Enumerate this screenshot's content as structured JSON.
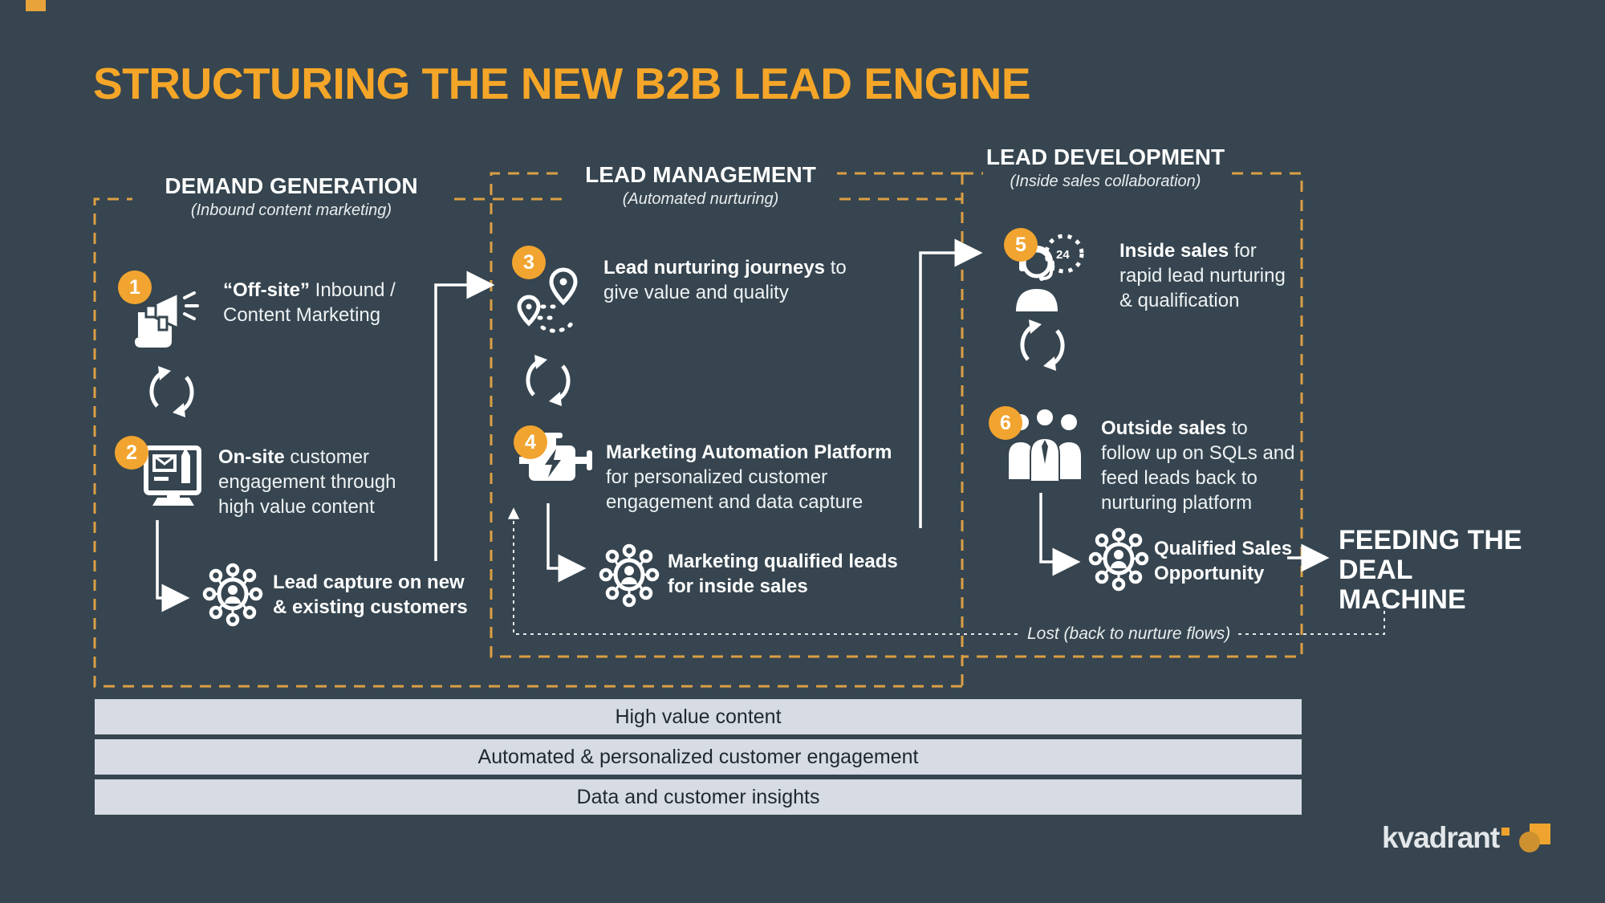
{
  "slide": {
    "title": "STRUCTURING THE NEW B2B LEAD ENGINE"
  },
  "colors": {
    "background": "#36454F",
    "accent_orange": "#F5A628",
    "dashed_border": "#DC9F44",
    "badge_orange": "#F2A430",
    "bar_background": "#D6DBE4",
    "bar_text": "#1F2830",
    "white": "#FFFFFF"
  },
  "sections": {
    "demand": {
      "title": "DEMAND GENERATION",
      "subtitle": "(Inbound content marketing)"
    },
    "management": {
      "title": "LEAD MANAGEMENT",
      "subtitle": "(Automated nurturing)"
    },
    "development": {
      "title": "LEAD DEVELOPMENT",
      "subtitle": "(Inside sales collaboration)"
    }
  },
  "steps": {
    "s1": {
      "number": "1",
      "bold": "“Off-site”",
      "rest": " Inbound / Content Marketing"
    },
    "s2": {
      "number": "2",
      "bold": "On-site",
      "rest": " customer engagement through high value content"
    },
    "s3": {
      "number": "3",
      "bold": "Lead nurturing journeys",
      "rest": " to give value and quality"
    },
    "s4": {
      "number": "4",
      "bold": "Marketing Automation Platform",
      "rest": " for personalized customer engagement and data capture"
    },
    "s5": {
      "number": "5",
      "bold": "Inside sales",
      "rest": " for rapid lead nurturing & qualification"
    },
    "s6": {
      "number": "6",
      "bold": "Outside sales",
      "rest": " to follow up on SQLs and feed leads back to nurturing platform"
    }
  },
  "milestones": {
    "lead_capture": {
      "text": "Lead capture on new & existing customers"
    },
    "mql": {
      "text": "Marketing qualified leads for inside sales"
    },
    "qso": {
      "text": "Qualified Sales Opportunity"
    }
  },
  "outcome": {
    "text": "FEEDING THE DEAL MACHINE"
  },
  "lost_label": "Lost (back to nurture flows)",
  "icons": {
    "clock_label": "24"
  },
  "bars": [
    "High value content",
    "Automated & personalized customer engagement",
    "Data and customer insights"
  ],
  "logo": {
    "text": "kvadrant"
  }
}
